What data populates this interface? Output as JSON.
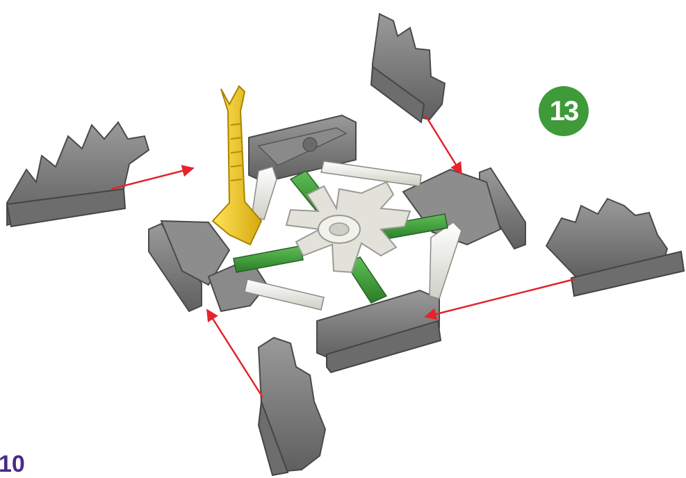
{
  "instruction": {
    "step_number": "13",
    "page_number": "10"
  },
  "colors": {
    "step_badge": "#3f9a3a",
    "page_number": "#4b2a86",
    "arrow": "#e3242b",
    "connector_gray": "#7d7d7d",
    "rod_white": "#eeeee6",
    "rod_green": "#3d9b3a",
    "hub_light": "#e2e2da",
    "rod_yellow": "#f3cd1d"
  },
  "icons": [
    "insertion-arrow",
    "gray-connector",
    "white-rod",
    "green-rod",
    "white-hub",
    "yellow-rod"
  ]
}
